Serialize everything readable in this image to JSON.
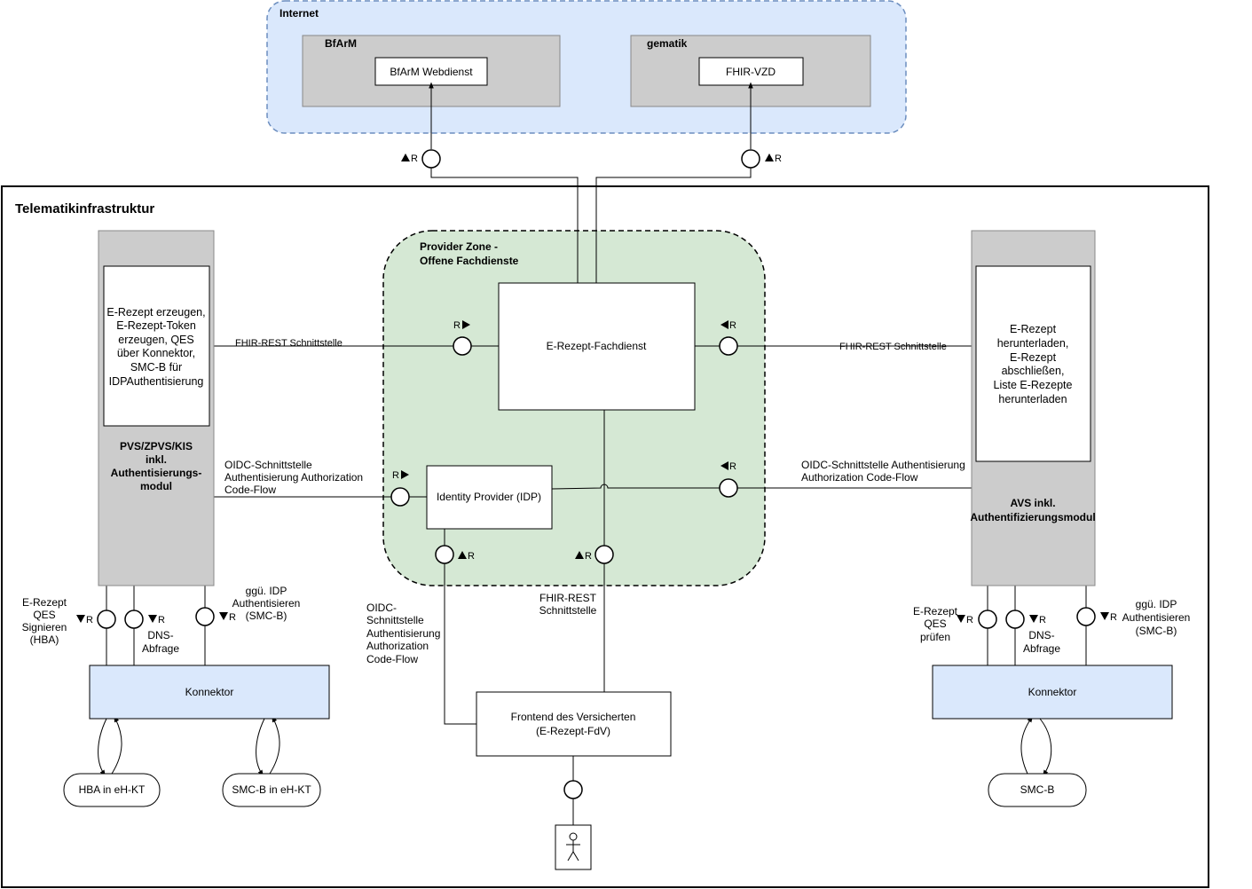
{
  "zones": {
    "internet": "Internet",
    "ti": "Telematikinfrastruktur",
    "provider_line1": "Provider Zone -",
    "provider_line2": "Offene Fachdienste"
  },
  "orgs": {
    "bfarm": "BfArM",
    "gematik": "gematik"
  },
  "components": {
    "bfarm_ws": "BfArM Webdienst",
    "fhir_vzd": "FHIR-VZD",
    "fachdienst": "E-Rezept-Fachdienst",
    "idp": "Identity Provider (IDP)",
    "fdv_line1": "Frontend des Versicherten",
    "fdv_line2": "(E-Rezept-FdV)",
    "konnektor_left": "Konnektor",
    "konnektor_right": "Konnektor",
    "hba": "HBA in eH-KT",
    "smcb_left": "SMC-B in eH-KT",
    "smcb_right": "SMC-B"
  },
  "pvs": {
    "desc": [
      "E-Rezept erzeugen,",
      "E-Rezept-Token",
      "erzeugen, QES",
      "über Konnektor,",
      "SMC-B für",
      "IDPAuthentisierung"
    ],
    "label": [
      "PVS/ZPVS/KIS",
      "inkl.",
      "Authentisierungs-",
      "modul"
    ]
  },
  "avs": {
    "desc": [
      "E-Rezept",
      "herunterladen,",
      "E-Rezept",
      "abschließen,",
      "Liste E-Rezepte",
      "herunterladen"
    ],
    "label": [
      "AVS inkl.",
      "Authentifizierungsmodul"
    ]
  },
  "interfaces": {
    "fhir_left": "FHIR-REST Schnittstelle",
    "fhir_right": "FHIR-REST Schnittstelle",
    "oidc_left": [
      "OIDC-Schnittstelle",
      "Authentisierung Authorization",
      "Code-Flow"
    ],
    "oidc_right": [
      "OIDC-Schnittstelle Authentisierung",
      "Authorization Code-Flow"
    ],
    "oidc_fdv": [
      "OIDC-",
      "Schnittstelle",
      "Authentisierung",
      "Authorization",
      "Code-Flow"
    ],
    "fhir_fdv": [
      "FHIR-REST",
      "Schnittstelle"
    ]
  },
  "konnektor_ports": {
    "qes_left": [
      "E-Rezept",
      "QES",
      "Signieren",
      "(HBA)"
    ],
    "dns_left": [
      "DNS-",
      "Abfrage"
    ],
    "idp_left": [
      "ggü. IDP",
      "Authentisieren",
      "(SMC-B)"
    ],
    "qes_right": [
      "E-Rezept",
      "QES",
      "prüfen"
    ],
    "dns_right": [
      "DNS-",
      "Abfrage"
    ],
    "idp_right": [
      "ggü. IDP",
      "Authentisieren",
      "(SMC-B)"
    ]
  },
  "read_marker": "R",
  "colors": {
    "internet_fill": "#dae8fc",
    "internet_stroke": "#6c8ebf",
    "provider_fill": "#d5e8d4",
    "org_fill": "#cccccc",
    "konnektor_fill": "#dae8fc"
  }
}
